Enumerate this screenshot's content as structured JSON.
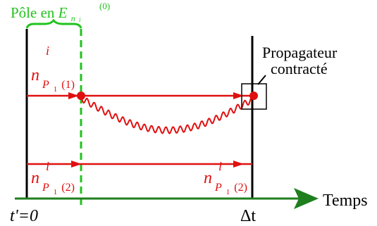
{
  "pole": {
    "label_prefix": "Pôle en ",
    "energy_symbol": "E",
    "energy_sub": "n",
    "energy_sub_index": "i",
    "energy_sup": "(0)"
  },
  "propagator": {
    "line1": "Propagateur",
    "line2": "contracté"
  },
  "lines": {
    "top": {
      "label_base": "n",
      "label_sup": "i",
      "label_sub_letter": "P",
      "label_sub_index": "1",
      "label_sub_paren": "(1)"
    },
    "bottom_left": {
      "label_base": "n",
      "label_sup": "i",
      "label_sub_letter": "P",
      "label_sub_index": "1",
      "label_sub_paren": "(2)"
    },
    "bottom_right": {
      "label_base": "n",
      "label_sup": "i",
      "label_sub_letter": "P",
      "label_sub_index": "1",
      "label_sub_paren": "(2)"
    }
  },
  "axis": {
    "label": "Temps",
    "start_label": "t'=0",
    "end_label": "Δt"
  },
  "colors": {
    "red": "#e01010",
    "green": "#22c21e",
    "dark_green": "#1f7f1f",
    "black": "#000000"
  }
}
